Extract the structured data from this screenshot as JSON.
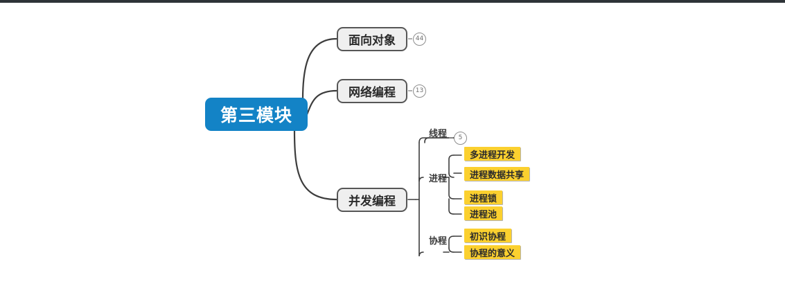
{
  "document": {
    "type": "mind-map",
    "background_color": "#ffffff",
    "topbar_color": "#2e3338"
  },
  "palette": {
    "root_fill": "#1383c6",
    "root_text": "#ffffff",
    "main_fill": "#efefef",
    "main_border": "#565656",
    "leaf_fill": "#fbd02f",
    "leaf_text": "#2b2b2b",
    "edge_color": "#3c3c3c",
    "badge_border": "#8d8d8d",
    "badge_text": "#6e6e6e"
  },
  "root": {
    "label": "第三模块"
  },
  "branches": [
    {
      "label": "面向对象",
      "badge": "44"
    },
    {
      "label": "网络编程",
      "badge": "13"
    },
    {
      "label": "并发编程",
      "badge": "",
      "children": [
        {
          "label": "线程",
          "badge": "5",
          "leaves": []
        },
        {
          "label": "进程",
          "badge": "",
          "leaves": [
            "多进程开发",
            "进程数据共享",
            "进程锁",
            "进程池"
          ]
        },
        {
          "label": "协程",
          "badge": "",
          "leaves": [
            "初识协程",
            "协程的意义"
          ]
        }
      ]
    }
  ]
}
